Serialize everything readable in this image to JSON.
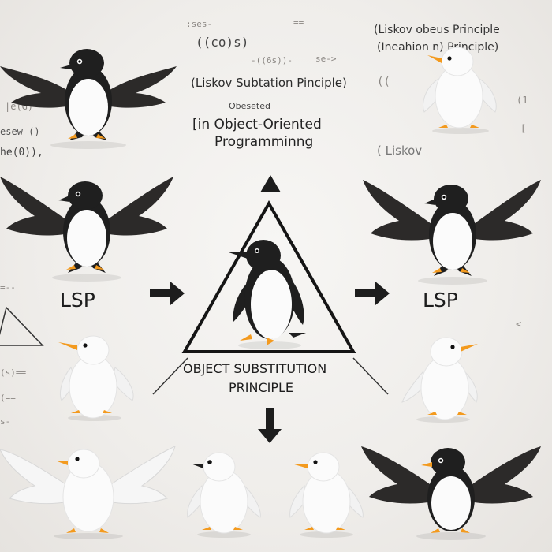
{
  "texts": {
    "lsp_heading": "(Liskov Subtation Pinciple)",
    "oop_line1": "[in Object-Oriented",
    "oop_line2": "Programminng",
    "right_heading_line1": "(Liskov obeus Principle",
    "right_heading_line2": "(Ineahion n) Principle)",
    "right_note": "( Liskov",
    "top_scribble_1": "((co)s)",
    "top_scribble_2": "Obeseted",
    "lsp_left": "LSP",
    "lsp_right": "LSP",
    "principle_line1": "OBJECT SUBSTITUTION",
    "principle_line2": "PRINCIPLE"
  },
  "colors": {
    "background": "#efedea",
    "penguin_black": "#1e1e1e",
    "wing_dark": "#2b2b2b",
    "body_white": "#fbfbfb",
    "beak_orange": "#f39a1e"
  }
}
